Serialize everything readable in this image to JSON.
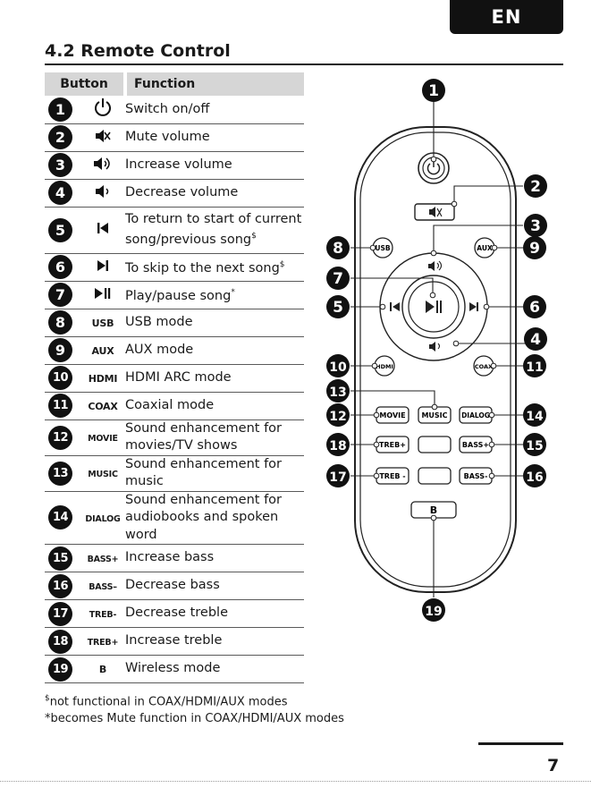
{
  "lang_tab": "EN",
  "section_title": "4.2 Remote Control",
  "table": {
    "header_button": "Button",
    "header_function": "Function",
    "rows": [
      {
        "num": "1",
        "symbol": "",
        "icon": "power-icon",
        "function": "Switch on/off"
      },
      {
        "num": "2",
        "symbol": "",
        "icon": "mute-icon",
        "function": "Mute volume"
      },
      {
        "num": "3",
        "symbol": "",
        "icon": "volume-up-icon",
        "function": "Increase volume"
      },
      {
        "num": "4",
        "symbol": "",
        "icon": "volume-down-icon",
        "function": "Decrease volume"
      },
      {
        "num": "5",
        "symbol": "",
        "icon": "previous-track-icon",
        "function": "To return to start of current song/previous song",
        "sup": "$"
      },
      {
        "num": "6",
        "symbol": "",
        "icon": "next-track-icon",
        "function": "To skip to the next song",
        "sup": "$"
      },
      {
        "num": "7",
        "symbol": "",
        "icon": "play-pause-icon",
        "function": "Play/pause song",
        "sup": "*"
      },
      {
        "num": "8",
        "symbol": "USB",
        "icon": "",
        "function": "USB mode"
      },
      {
        "num": "9",
        "symbol": "AUX",
        "icon": "",
        "function": "AUX mode"
      },
      {
        "num": "10",
        "symbol": "HDMI",
        "icon": "",
        "function": "HDMI ARC mode"
      },
      {
        "num": "11",
        "symbol": "COAX",
        "icon": "",
        "function": "Coaxial mode"
      },
      {
        "num": "12",
        "symbol": "MOVIE",
        "icon": "",
        "function": "Sound enhancement for movies/TV shows"
      },
      {
        "num": "13",
        "symbol": "MUSIC",
        "icon": "",
        "function": "Sound enhancement for music"
      },
      {
        "num": "14",
        "symbol": "DIALOG",
        "icon": "",
        "function": "Sound enhancement for audiobooks and spoken word"
      },
      {
        "num": "15",
        "symbol": "BASS+",
        "icon": "",
        "function": "Increase bass"
      },
      {
        "num": "16",
        "symbol": "BASS–",
        "icon": "",
        "function": "Decrease bass"
      },
      {
        "num": "17",
        "symbol": "TREB-",
        "icon": "",
        "function": "Decrease treble"
      },
      {
        "num": "18",
        "symbol": "TREB+",
        "icon": "",
        "function": "Increase treble"
      },
      {
        "num": "19",
        "symbol": "B",
        "icon": "",
        "function": "Wireless mode"
      }
    ]
  },
  "footnotes": {
    "dollar_mark": "$",
    "dollar_text": "not functional in COAX/HDMI/AUX modes",
    "star_mark": "*",
    "star_text": "becomes Mute function in COAX/HDMI/AUX modes"
  },
  "remote": {
    "usb": "USB",
    "aux": "AUX",
    "hdmi": "HDMI",
    "coax": "COAX",
    "movie": "MOVIE",
    "music": "MUSIC",
    "dialog": "DIALOG",
    "treb_plus": "TREB+",
    "bass_plus": "BASS+",
    "treb_minus": "TREB -",
    "bass_minus": "BASS-",
    "b": "B",
    "callouts": [
      "1",
      "2",
      "3",
      "4",
      "5",
      "6",
      "7",
      "8",
      "9",
      "10",
      "11",
      "12",
      "13",
      "14",
      "15",
      "16",
      "17",
      "18",
      "19"
    ]
  },
  "page_number": "7"
}
